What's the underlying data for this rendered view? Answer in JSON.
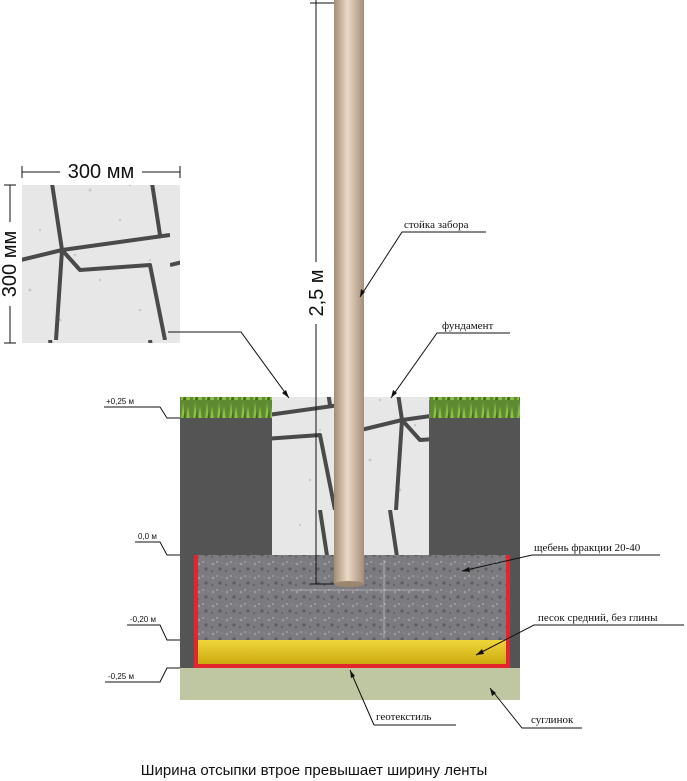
{
  "labels": {
    "fence_post": "стойка забора",
    "foundation": "фундамент",
    "crushed_stone": "щебень фракции 20-40",
    "sand": "песок средний, без глины",
    "geotextile": "геотекстиль",
    "loam": "суглинок"
  },
  "levels": {
    "top": "+0,25 м",
    "zero": "0,0 м",
    "minus_020": "-0,20 м",
    "minus_025": "-0,25 м"
  },
  "dimensions": {
    "tile_width": "300 мм",
    "tile_height": "300 мм",
    "post_height": "2,5 м"
  },
  "caption": "Ширина отсыпки втрое превышает ширину ленты",
  "colors": {
    "soil": "#545454",
    "grass": "#4f7d28",
    "gravel": "#7b7b80",
    "sand": "#e6c619",
    "geotextile": "#e3262c",
    "loam": "#bec7a2",
    "post": "#d9c3a8",
    "tile": "#e9e9e9"
  }
}
